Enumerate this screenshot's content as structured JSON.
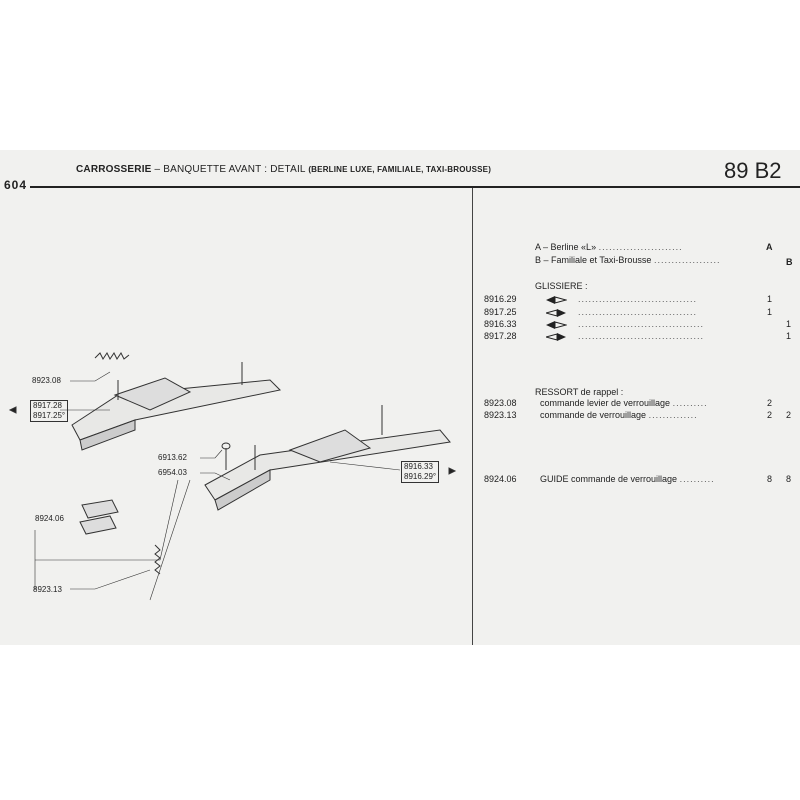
{
  "header": {
    "model": "604",
    "title_main": "CARROSSERIE",
    "title_sub": "– BANQUETTE AVANT : DETAIL",
    "title_variants": "(BERLINE LUXE, FAMILIALE, TAXI-BROUSSE)",
    "page_number": "89 B2"
  },
  "legend": [
    {
      "letter": "A",
      "text": "– Berline «L»",
      "dots": "........................",
      "col": "A"
    },
    {
      "letter": "B",
      "text": "– Familiale et Taxi-Brousse",
      "dots": "...................",
      "col": "B"
    }
  ],
  "sections": [
    {
      "heading": "GLISSIERE :",
      "rows": [
        {
          "ref": "8916.29",
          "desc": "",
          "icon": "arrow-left-filled",
          "dots": "..................................",
          "qa": "1",
          "qb": ""
        },
        {
          "ref": "8917.25",
          "desc": "",
          "icon": "arrow-right-filled",
          "dots": "..................................",
          "qa": "1",
          "qb": ""
        },
        {
          "ref": "8916.33",
          "desc": "",
          "icon": "arrow-left-filled",
          "dots": "....................................",
          "qa": "",
          "qb": "1"
        },
        {
          "ref": "8917.28",
          "desc": "",
          "icon": "arrow-right-filled",
          "dots": "....................................",
          "qa": "",
          "qb": "1"
        }
      ]
    },
    {
      "heading": "RESSORT de rappel :",
      "rows": [
        {
          "ref": "8923.08",
          "desc": "commande levier de verrouillage",
          "dots": "..........",
          "qa": "2",
          "qb": ""
        },
        {
          "ref": "8923.13",
          "desc": "commande de verrouillage",
          "dots": "..............",
          "qa": "2",
          "qb": "2"
        }
      ]
    },
    {
      "heading": "",
      "rows": [
        {
          "ref": "8924.06",
          "desc": "GUIDE commande de verrouillage",
          "dots": "..........",
          "qa": "8",
          "qb": "8"
        }
      ]
    }
  ],
  "callouts": {
    "c1": "8923.08",
    "c2a": "8917.28",
    "c2b": "8917.25°",
    "c3": "6913.62",
    "c4": "6954.03",
    "c5a": "8916.33",
    "c5b": "8916.29°",
    "c6": "8924.06",
    "c7": "8923.13"
  }
}
